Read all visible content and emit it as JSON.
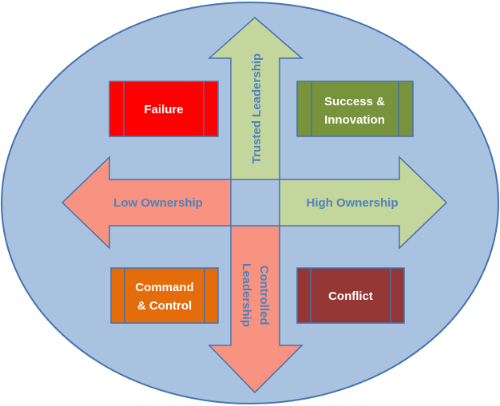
{
  "colors": {
    "circle_fill": "#a9c2e0",
    "circle_stroke": "#4472b0",
    "red": "#ff0000",
    "green": "#77933c",
    "orange": "#e46c0a",
    "maroon": "#953735",
    "arrow_green": "#c3d69b",
    "arrow_salmon": "#f79380",
    "arrow_text": "#4f81bd",
    "box_text": "#ffffff"
  },
  "quadrants": {
    "top_left": {
      "lines": [
        "Failure"
      ],
      "color": "red"
    },
    "top_right": {
      "lines": [
        "Success &",
        "Innovation"
      ],
      "color": "green"
    },
    "bottom_left": {
      "lines": [
        "Command",
        "& Control"
      ],
      "color": "orange"
    },
    "bottom_right": {
      "lines": [
        "Conflict"
      ],
      "color": "maroon"
    }
  },
  "arrows": {
    "up": {
      "label": "Trusted Leadership",
      "icon": "up-arrow-icon"
    },
    "down": {
      "label_lines": [
        "Controlled",
        "Leadership"
      ],
      "icon": "down-arrow-icon"
    },
    "left": {
      "label": "Low Ownership",
      "icon": "left-arrow-icon"
    },
    "right": {
      "label": "High Ownership",
      "icon": "right-arrow-icon"
    }
  }
}
